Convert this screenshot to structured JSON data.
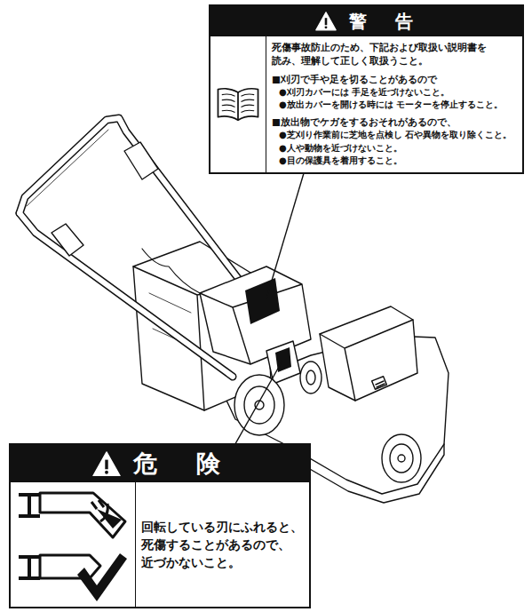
{
  "diagram": {
    "nodes": [
      {
        "text": [
          "警　告",
          "死傷事故防止のため、下記および取扱い説明書を 読み、理解して正しく取扱うこと。",
          "■刈刃で手や足を切ることがあるので",
          "●刈刃カバーには 手足を近づけないこと。",
          "●放出カバーを開ける時には モーターを停止すること。",
          "■放出物でケガをするおそれがあるので、",
          "●芝刈り作業前に芝地を点検し 石や異物を取り除くこと。",
          "●人や動物を近づけないこと。",
          "●目の保護具を着用すること。"
        ]
      },
      {
        "text": [
          "危　険",
          "回転している刃にふれると、 死傷することがあるので、 近づかないこと。"
        ]
      }
    ]
  }
}
